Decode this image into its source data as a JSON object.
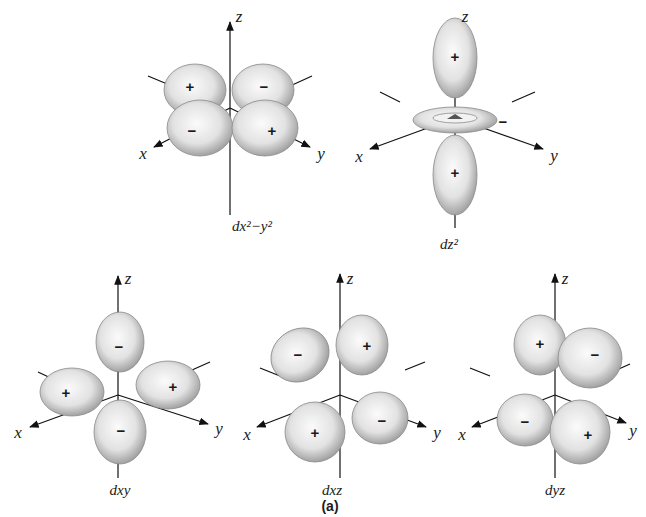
{
  "diagram": {
    "labels": [
      "z",
      "x",
      "y",
      "+",
      "−",
      "−",
      "+",
      "dx²−y²",
      "z",
      "x",
      "y",
      "+",
      "−",
      "+",
      "dz²",
      "z",
      "x",
      "y",
      "−",
      "+",
      "+",
      "−",
      "dxy",
      "z",
      "x",
      "y",
      "−",
      "+",
      "+",
      "−",
      "dxz",
      "z",
      "x",
      "y",
      "+",
      "−",
      "−",
      "+",
      "dyz",
      "(a)"
    ]
  }
}
